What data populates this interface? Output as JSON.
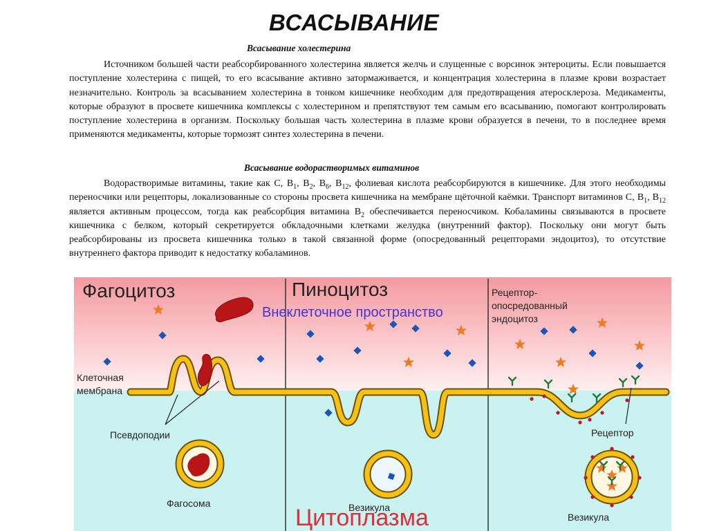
{
  "title": "ВСАСЫВАНИЕ",
  "cholesterol": {
    "heading": "Всасывание холестерина",
    "paragraph": "Источником большей части реабсорбированного холестерина является желчь и слущенные с ворсинок энтероциты. Если повышается поступление холестерина с пищей, то его всасывание активно затормаживается, и концентрация холестерина в плазме крови возрастает незначительно. Контроль за всасыванием холестерина в тонком кишечнике необходим для предотвращения атеросклероза. Медикаменты, которые образуют в просвете кишечника комплексы с холестерином и препятствуют тем самым его всасыванию, помогают контролировать поступление холестерина в организм. Поскольку большая часть холестерина в плазме крови образуется в печени, то в последнее время применяются медикаменты, которые тормозят синтез холестерина в печени."
  },
  "vitamins": {
    "heading": "Всасывание водорастворимых витаминов",
    "paragraph": [
      {
        "t": "Водорастворимые витамины, такие как С, В"
      },
      {
        "sub": "1"
      },
      {
        "t": ", В"
      },
      {
        "sub": "2"
      },
      {
        "t": ", В"
      },
      {
        "sub": "6"
      },
      {
        "t": ", В"
      },
      {
        "sub": "12"
      },
      {
        "t": ", фолиевая кислота  реабсорбируются в кишечнике. Для этого необходимы переносчики или рецепторы, локализованные со стороны просвета кишечника на мембране щёточной каёмки. Транспорт витаминов С, В"
      },
      {
        "sub": "1"
      },
      {
        "t": ",  В"
      },
      {
        "sub": "12"
      },
      {
        "t": " является активным процессом, тогда как реабсорбция витамина В"
      },
      {
        "sub": "2"
      },
      {
        "t": " обеспечивается переносчиком. Кобаламины связываются в просвете кишечника с белком, который секретируется обкладочными клетками желудка (внутренний фактор). Поскольку они могут быть реабсорбированы из просвета кишечника только в такой связанной форме (опосредованный рецепторами эндоцитоз), то отсутствие внутреннего фактора приводит к недостатку кобаламинов."
      }
    ]
  },
  "diagram": {
    "phagocytosis": "Фагоцитоз",
    "pinocytosis": "Пиноцитоз",
    "extracellular": "Внеклеточное пространство",
    "receptor_mediated": [
      "Рецептор-",
      "опосредованный",
      "эндоцитоз"
    ],
    "cell_membrane": [
      "Клеточная",
      "мембрана"
    ],
    "pseudopodia": "Псевдоподии",
    "phagosome": "Фагосома",
    "vesicle": "Везикула",
    "cytoplasm": "Цитоплазма",
    "receptor": "Рецептор",
    "vesicle_right": "Везикула",
    "colors": {
      "membrane": "#f5c018",
      "membrane_outline": "#6b5200",
      "particle": "#b81616",
      "star": "#ef7c22",
      "molecule": "#1a56b8",
      "receptor": "#1e7a3c",
      "marker": "#c0142b",
      "extracellular_label": "#4433cc",
      "cytoplasm_label": "#d9303c",
      "top_bg": "#f49aa0",
      "bottom_bg": "#c9f2f0"
    }
  }
}
